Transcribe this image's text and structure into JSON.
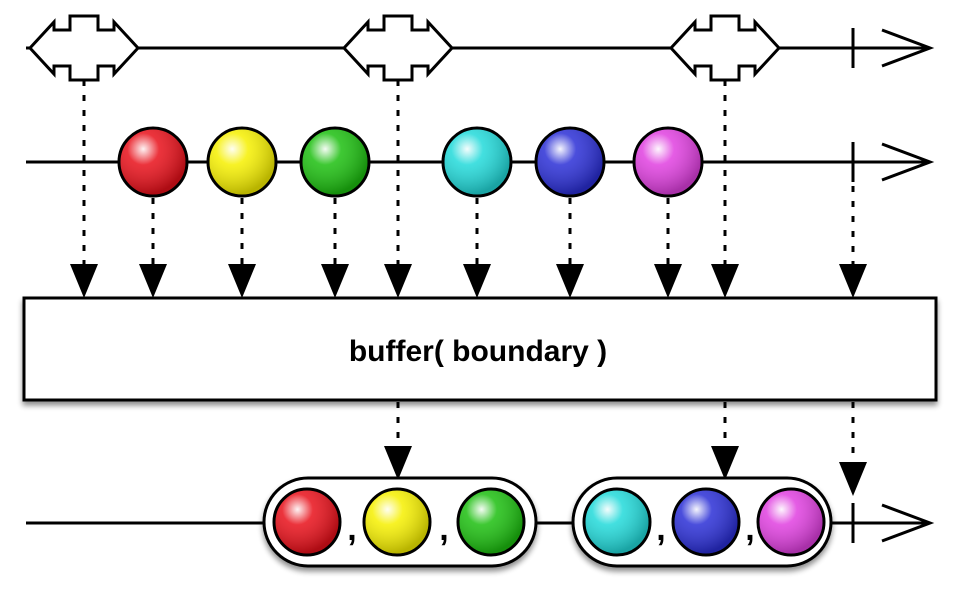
{
  "operator": {
    "label": "buffer( boundary )"
  },
  "colors": {
    "red": "#e8101a",
    "yellow": "#f6f000",
    "green": "#1dbf10",
    "cyan": "#22dada",
    "blue": "#2b2fd6",
    "magenta": "#e040e0",
    "line": "#000000",
    "background": "#ffffff"
  },
  "source_marbles": [
    "red",
    "yellow",
    "green",
    "cyan",
    "blue",
    "magenta"
  ],
  "boundary_events": 3,
  "output_buffers": [
    {
      "items": [
        "red",
        "yellow",
        "green"
      ],
      "separator": ","
    },
    {
      "items": [
        "cyan",
        "blue",
        "magenta"
      ],
      "separator": ","
    }
  ]
}
